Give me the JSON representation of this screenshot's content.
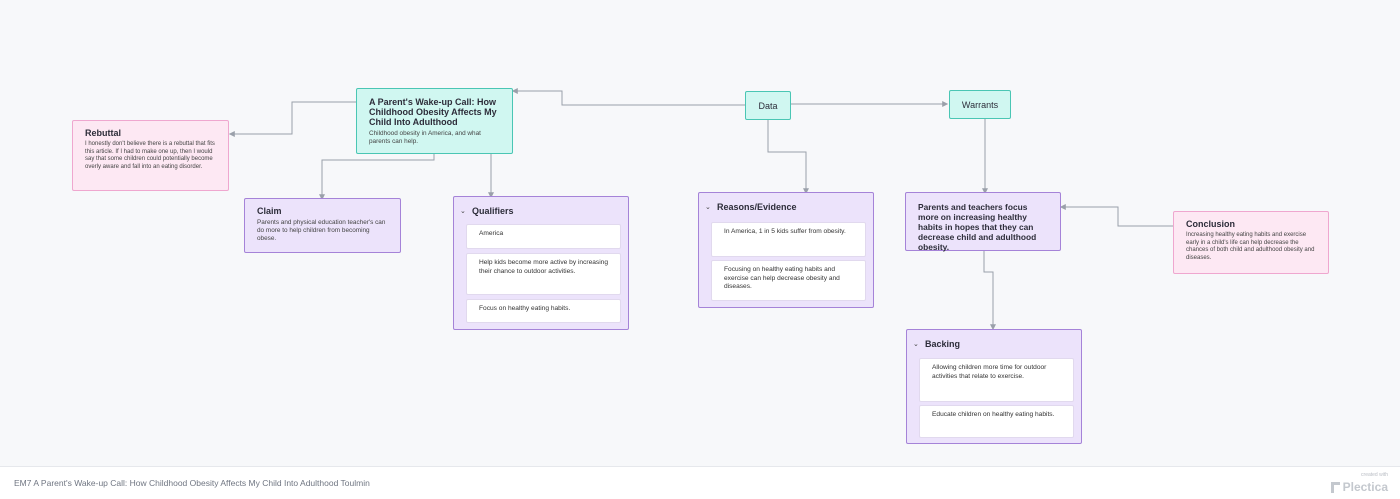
{
  "nodes": {
    "main": {
      "title": "A Parent's Wake-up Call: How Childhood Obesity Affects My Child Into Adulthood",
      "desc": "Childhood obesity in America, and what parents can help."
    },
    "rebuttal": {
      "title": "Rebuttal",
      "desc": "I honestly don't believe there is a rebuttal that fits this article. If I had to make one up, then I would say that some children could potentially become overly aware and fall into an eating disorder."
    },
    "claim": {
      "title": "Claim",
      "desc": "Parents and physical education teacher's can do more to help children from becoming obese."
    },
    "qualifiers": {
      "title": "Qualifiers",
      "items": [
        "America",
        "Help kids become more active by increasing their chance to outdoor activities.",
        "Focus on healthy eating habits."
      ]
    },
    "data": {
      "title": "Data"
    },
    "reasons": {
      "title": "Reasons/Evidence",
      "items": [
        "In America, 1 in 5 kids suffer from obesity.",
        "Focusing on healthy eating habits and exercise can help decrease obesity and diseases."
      ]
    },
    "warrants": {
      "title": "Warrants"
    },
    "warrant_text": {
      "title": "Parents and teachers focus more on increasing healthy habits in hopes that they can decrease child and adulthood obesity."
    },
    "conclusion": {
      "title": "Conclusion",
      "desc": "Increasing healthy eating habits and exercise early in a child's life can help decrease the chances of both child and adulthood obesity and diseases."
    },
    "backing": {
      "title": "Backing",
      "items": [
        "Allowing children more time for outdoor activities that relate to exercise.",
        "Educate children on healthy eating habits."
      ]
    }
  },
  "footer": {
    "title": "EM7 A Parent's Wake-up Call: How Childhood Obesity Affects My Child Into Adulthood Toulmin",
    "made_with": "created with",
    "brand": "Plectica"
  },
  "colors": {
    "teal_fill": "#d0f7f1",
    "teal_border": "#4ac6b4",
    "purple_fill": "#ece3fb",
    "purple_border": "#a583d8",
    "pink_fill": "#fde8f3",
    "pink_border": "#efa7cf",
    "connector": "#9aa0aa"
  },
  "icons": {
    "group_toggle": "chevron-down-icon"
  }
}
